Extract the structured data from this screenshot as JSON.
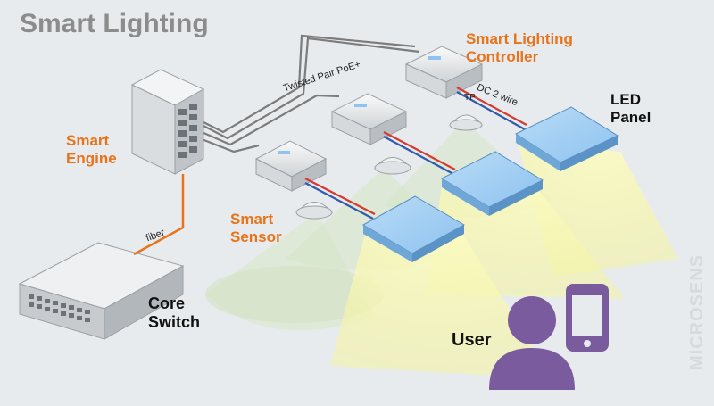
{
  "title": "Smart Lighting",
  "labels": {
    "engine": [
      "Smart",
      "Engine"
    ],
    "controller": [
      "Smart Lighting",
      "Controller"
    ],
    "led_panel": [
      "LED",
      "Panel"
    ],
    "sensor": [
      "Smart",
      "Sensor"
    ],
    "core_switch": [
      "Core",
      "Switch"
    ],
    "user": "User"
  },
  "cable_labels": {
    "poe": "Twisted Pair PoE+",
    "dc": "DC 2 wire",
    "tp": "TP",
    "fiber": "fiber"
  },
  "brand": "MICROSENS",
  "colors": {
    "accent": "#e8731a",
    "cable": "#7c7c7c",
    "light_cone": "#f7f6b4",
    "panel": "#8ec2ef",
    "user": "#7a5c9e",
    "dc_red": "#d63b2f",
    "dc_blue": "#2f5bb0"
  }
}
